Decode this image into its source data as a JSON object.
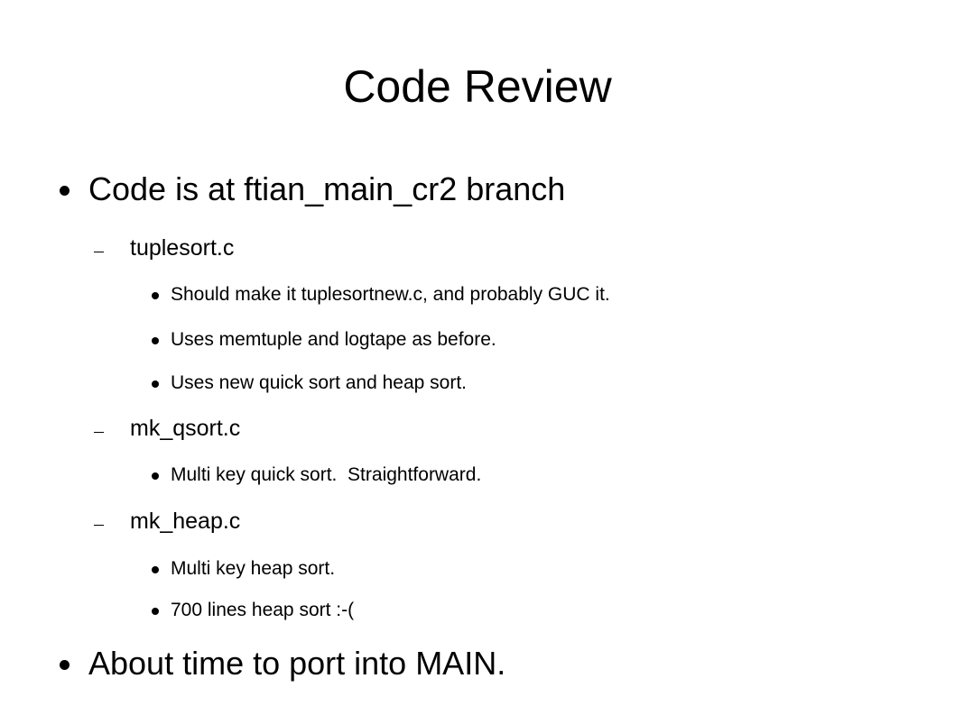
{
  "slide": {
    "title": "Code Review",
    "bullets": [
      {
        "level": 1,
        "marker": "disc-icon",
        "text": "Code is at ftian_main_cr2 branch"
      },
      {
        "level": 2,
        "marker": "dash-icon",
        "text": "tuplesort.c"
      },
      {
        "level": 3,
        "marker": "disc-icon",
        "text": "Should make it tuplesortnew.c, and probably GUC it."
      },
      {
        "level": 3,
        "marker": "disc-icon",
        "text": "Uses memtuple and logtape as before."
      },
      {
        "level": 3,
        "marker": "disc-icon",
        "text": "Uses new quick sort and heap sort."
      },
      {
        "level": 2,
        "marker": "dash-icon",
        "text": "mk_qsort.c"
      },
      {
        "level": 3,
        "marker": "disc-icon",
        "text": "Multi key quick sort.  Straightforward."
      },
      {
        "level": 2,
        "marker": "dash-icon",
        "text": "mk_heap.c"
      },
      {
        "level": 3,
        "marker": "disc-icon",
        "text": "Multi key heap sort."
      },
      {
        "level": 3,
        "marker": "disc-icon",
        "text": "700 lines heap sort :-("
      },
      {
        "level": 1,
        "marker": "disc-icon",
        "text": "About time to port into MAIN."
      }
    ]
  }
}
